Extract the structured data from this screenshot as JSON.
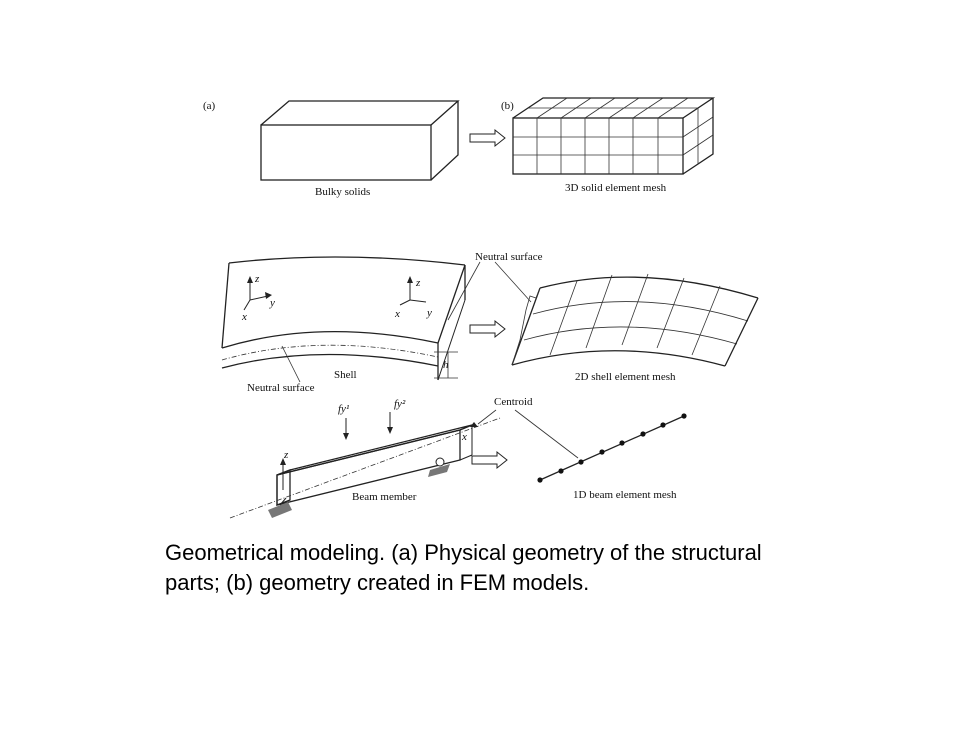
{
  "figure": {
    "panel_a": "(a)",
    "panel_b": "(b)",
    "bulky_solids": "Bulky solids",
    "solid_mesh": "3D solid element mesh",
    "neutral_surface_top": "Neutral surface",
    "neutral_surface_bottom": "Neutral surface",
    "shell": "Shell",
    "shell_mesh": "2D shell element mesh",
    "h": "h",
    "centroid": "Centroid",
    "beam_member": "Beam member",
    "beam_mesh": "1D beam element mesh",
    "fy1": "fy¹",
    "fy2": "fy²",
    "axis_z": "z",
    "axis_x": "x",
    "axis_y": "y"
  },
  "caption": {
    "line1": "Geometrical modeling. (a) Physical geometry of the structural",
    "line2": "parts; (b) geometry created in FEM models."
  }
}
